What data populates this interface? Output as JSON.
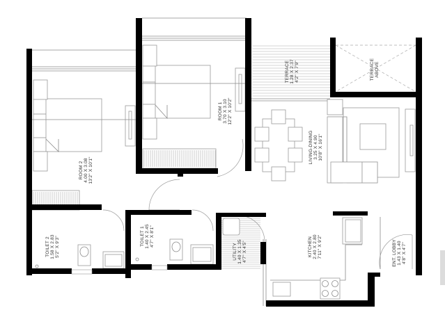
{
  "plan": {
    "type": "residential floor plan",
    "colors": {
      "wall": "#000000",
      "line": "#8a8a8a",
      "background": "#ffffff"
    },
    "rooms": [
      {
        "id": "room1",
        "name": "ROOM 1",
        "metric": "3.70 X 3.10",
        "imperial": "12'2\" X 10'2\""
      },
      {
        "id": "room2",
        "name": "ROOM 2",
        "metric": "4.00 X 3.08",
        "imperial": "13'2\" X 10'1\""
      },
      {
        "id": "terrace",
        "name": "TERRACE",
        "metric": "1.28 X 2.37",
        "imperial": "4'2\" X 7'9\""
      },
      {
        "id": "terrace_above",
        "name": "TERRACE",
        "metric": "ABOVE",
        "imperial": ""
      },
      {
        "id": "living",
        "name": "LIVING-DINING",
        "metric": "3.25 X 4.90",
        "imperial": "10'8\" X 16'1\""
      },
      {
        "id": "toilet2",
        "name": "TOILET 2",
        "metric": "1.58 X 2.83",
        "imperial": "5'2\" X 9'3\""
      },
      {
        "id": "toilet1",
        "name": "TOILET 1",
        "metric": "1.40 X 2.45",
        "imperial": "4'7\" X 8'1\""
      },
      {
        "id": "utility",
        "name": "UTILITY",
        "metric": "1.40 X 1.35",
        "imperial": "4'7\" X 4'5\""
      },
      {
        "id": "kitchen",
        "name": "KITCHEN",
        "metric": "2.40 X 2.80",
        "imperial": "7'11\" X 9'2\""
      },
      {
        "id": "lobby",
        "name": "ENT. LOBBY",
        "metric": "1.43 X 1.40",
        "imperial": "4'8\" X 4'7\""
      }
    ]
  }
}
